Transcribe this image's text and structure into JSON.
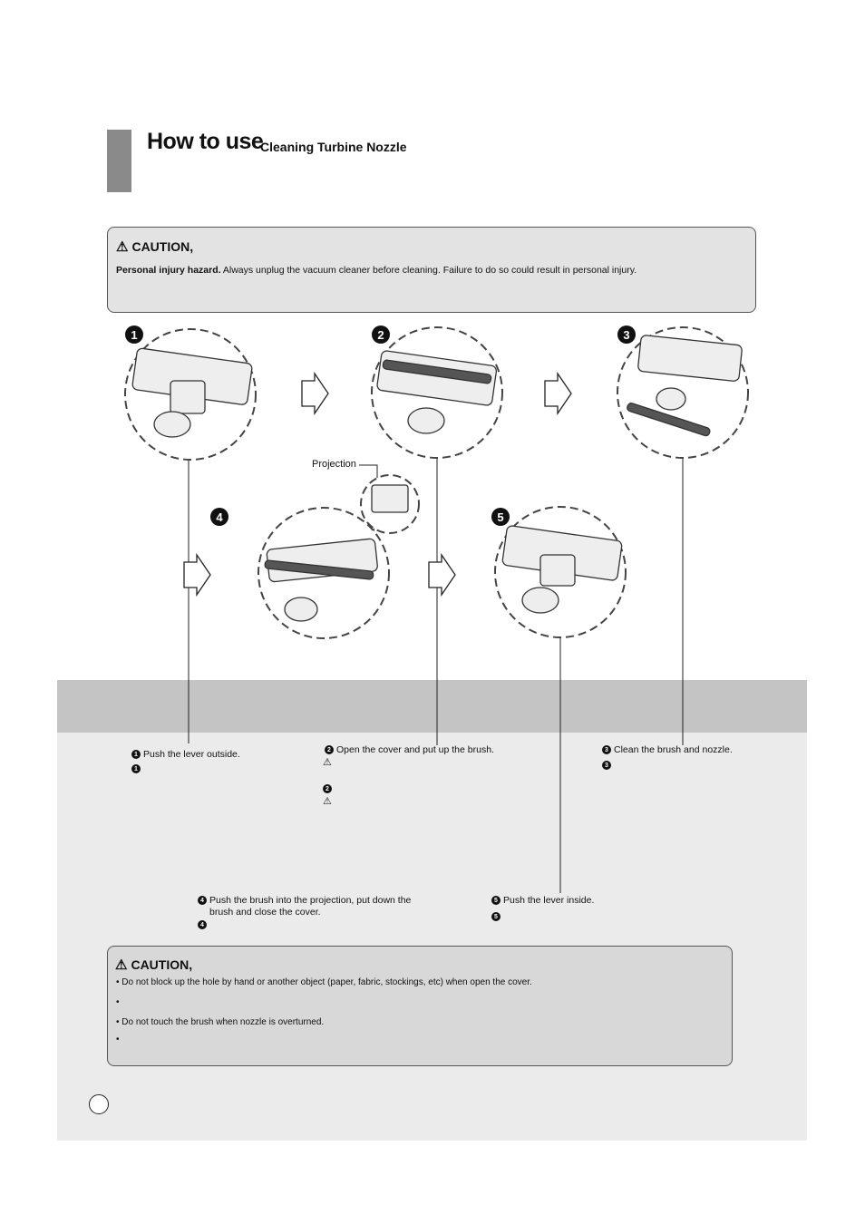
{
  "header": {
    "title_main": "How to use",
    "title_sub": "Cleaning Turbine Nozzle"
  },
  "caution_top": {
    "title": "CAUTION,",
    "bold_text": "Personal injury hazard.",
    "text": " Always unplug the vacuum cleaner before cleaning. Failure to do so could result in personal injury."
  },
  "figure": {
    "step_numbers": [
      "1",
      "2",
      "3",
      "4",
      "5"
    ],
    "projection_label": "Projection"
  },
  "steps": {
    "s1": {
      "num": "1",
      "text": "Push the lever outside."
    },
    "s2": {
      "num": "2",
      "text": "Open the cover and put up the brush."
    },
    "s3": {
      "num": "3",
      "text": "Clean the brush and nozzle."
    },
    "s4": {
      "num": "4",
      "text_line1": "Push the brush into the projection, put down the",
      "text_line2": "brush and close the cover."
    },
    "s5": {
      "num": "5",
      "text": "Push the lever inside."
    }
  },
  "caution_bottom": {
    "title": "CAUTION,",
    "line1": "• Do not block up the hole by hand or another object (paper, fabric, stockings, etc) when open the cover.",
    "line2": "•",
    "line3": "• Do not touch the brush when nozzle is overturned.",
    "line4": "•"
  },
  "colors": {
    "header_bar": "#8a8a8a",
    "caution_bg": "#e3e3e3",
    "band": "#c4c4c4",
    "area": "#ebebeb"
  }
}
